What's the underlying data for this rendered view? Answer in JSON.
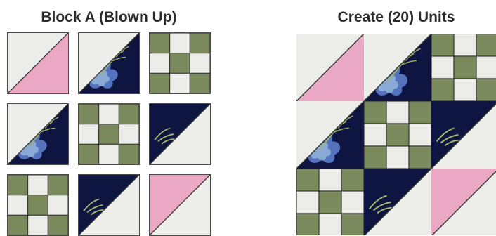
{
  "titles": {
    "left": "Block A (Blown Up)",
    "right": "Create (20) Units"
  },
  "colors": {
    "background_fabric": "#ecece9",
    "pink_fabric": "#eaa8c4",
    "green_fabric": "#7b8a5d",
    "navy_fabric": "#0e1540",
    "floral_blue": "#5a78c6",
    "floral_light": "#a9ccea",
    "leaf_green": "#a9b86f",
    "grid_line": "#333333"
  },
  "tiles": [
    {
      "type": "hst-pink"
    },
    {
      "type": "hst-floral-br"
    },
    {
      "type": "nine-patch-x"
    },
    {
      "type": "hst-floral-br"
    },
    {
      "type": "nine-patch-plus"
    },
    {
      "type": "hst-navy-tl"
    },
    {
      "type": "nine-patch-plus"
    },
    {
      "type": "hst-navy-tl"
    },
    {
      "type": "hst-pink-tr"
    }
  ]
}
